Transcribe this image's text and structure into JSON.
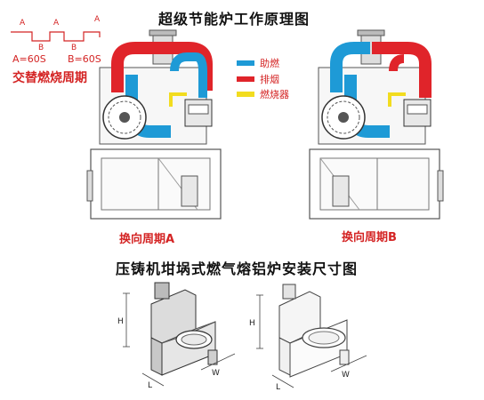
{
  "titles": {
    "main": "超级节能炉工作原理图",
    "dimensions": "压铸机坩埚式燃气熔铝炉安装尺寸图"
  },
  "cycle": {
    "title": "交替燃烧周期",
    "wave_labels": [
      "A",
      "A",
      "A",
      "B",
      "B"
    ],
    "time_a": "A=60S",
    "time_b": "B=60S"
  },
  "legend": [
    {
      "label": "助燃",
      "color": "#1e9ad6"
    },
    {
      "label": "排烟",
      "color": "#e0242a"
    },
    {
      "label": "燃烧器",
      "color": "#f2dc1f"
    }
  ],
  "periods": {
    "a": "换向周期A",
    "b": "换向周期B"
  },
  "dimension_labels": {
    "height": "H",
    "width": "W",
    "length": "L"
  }
}
